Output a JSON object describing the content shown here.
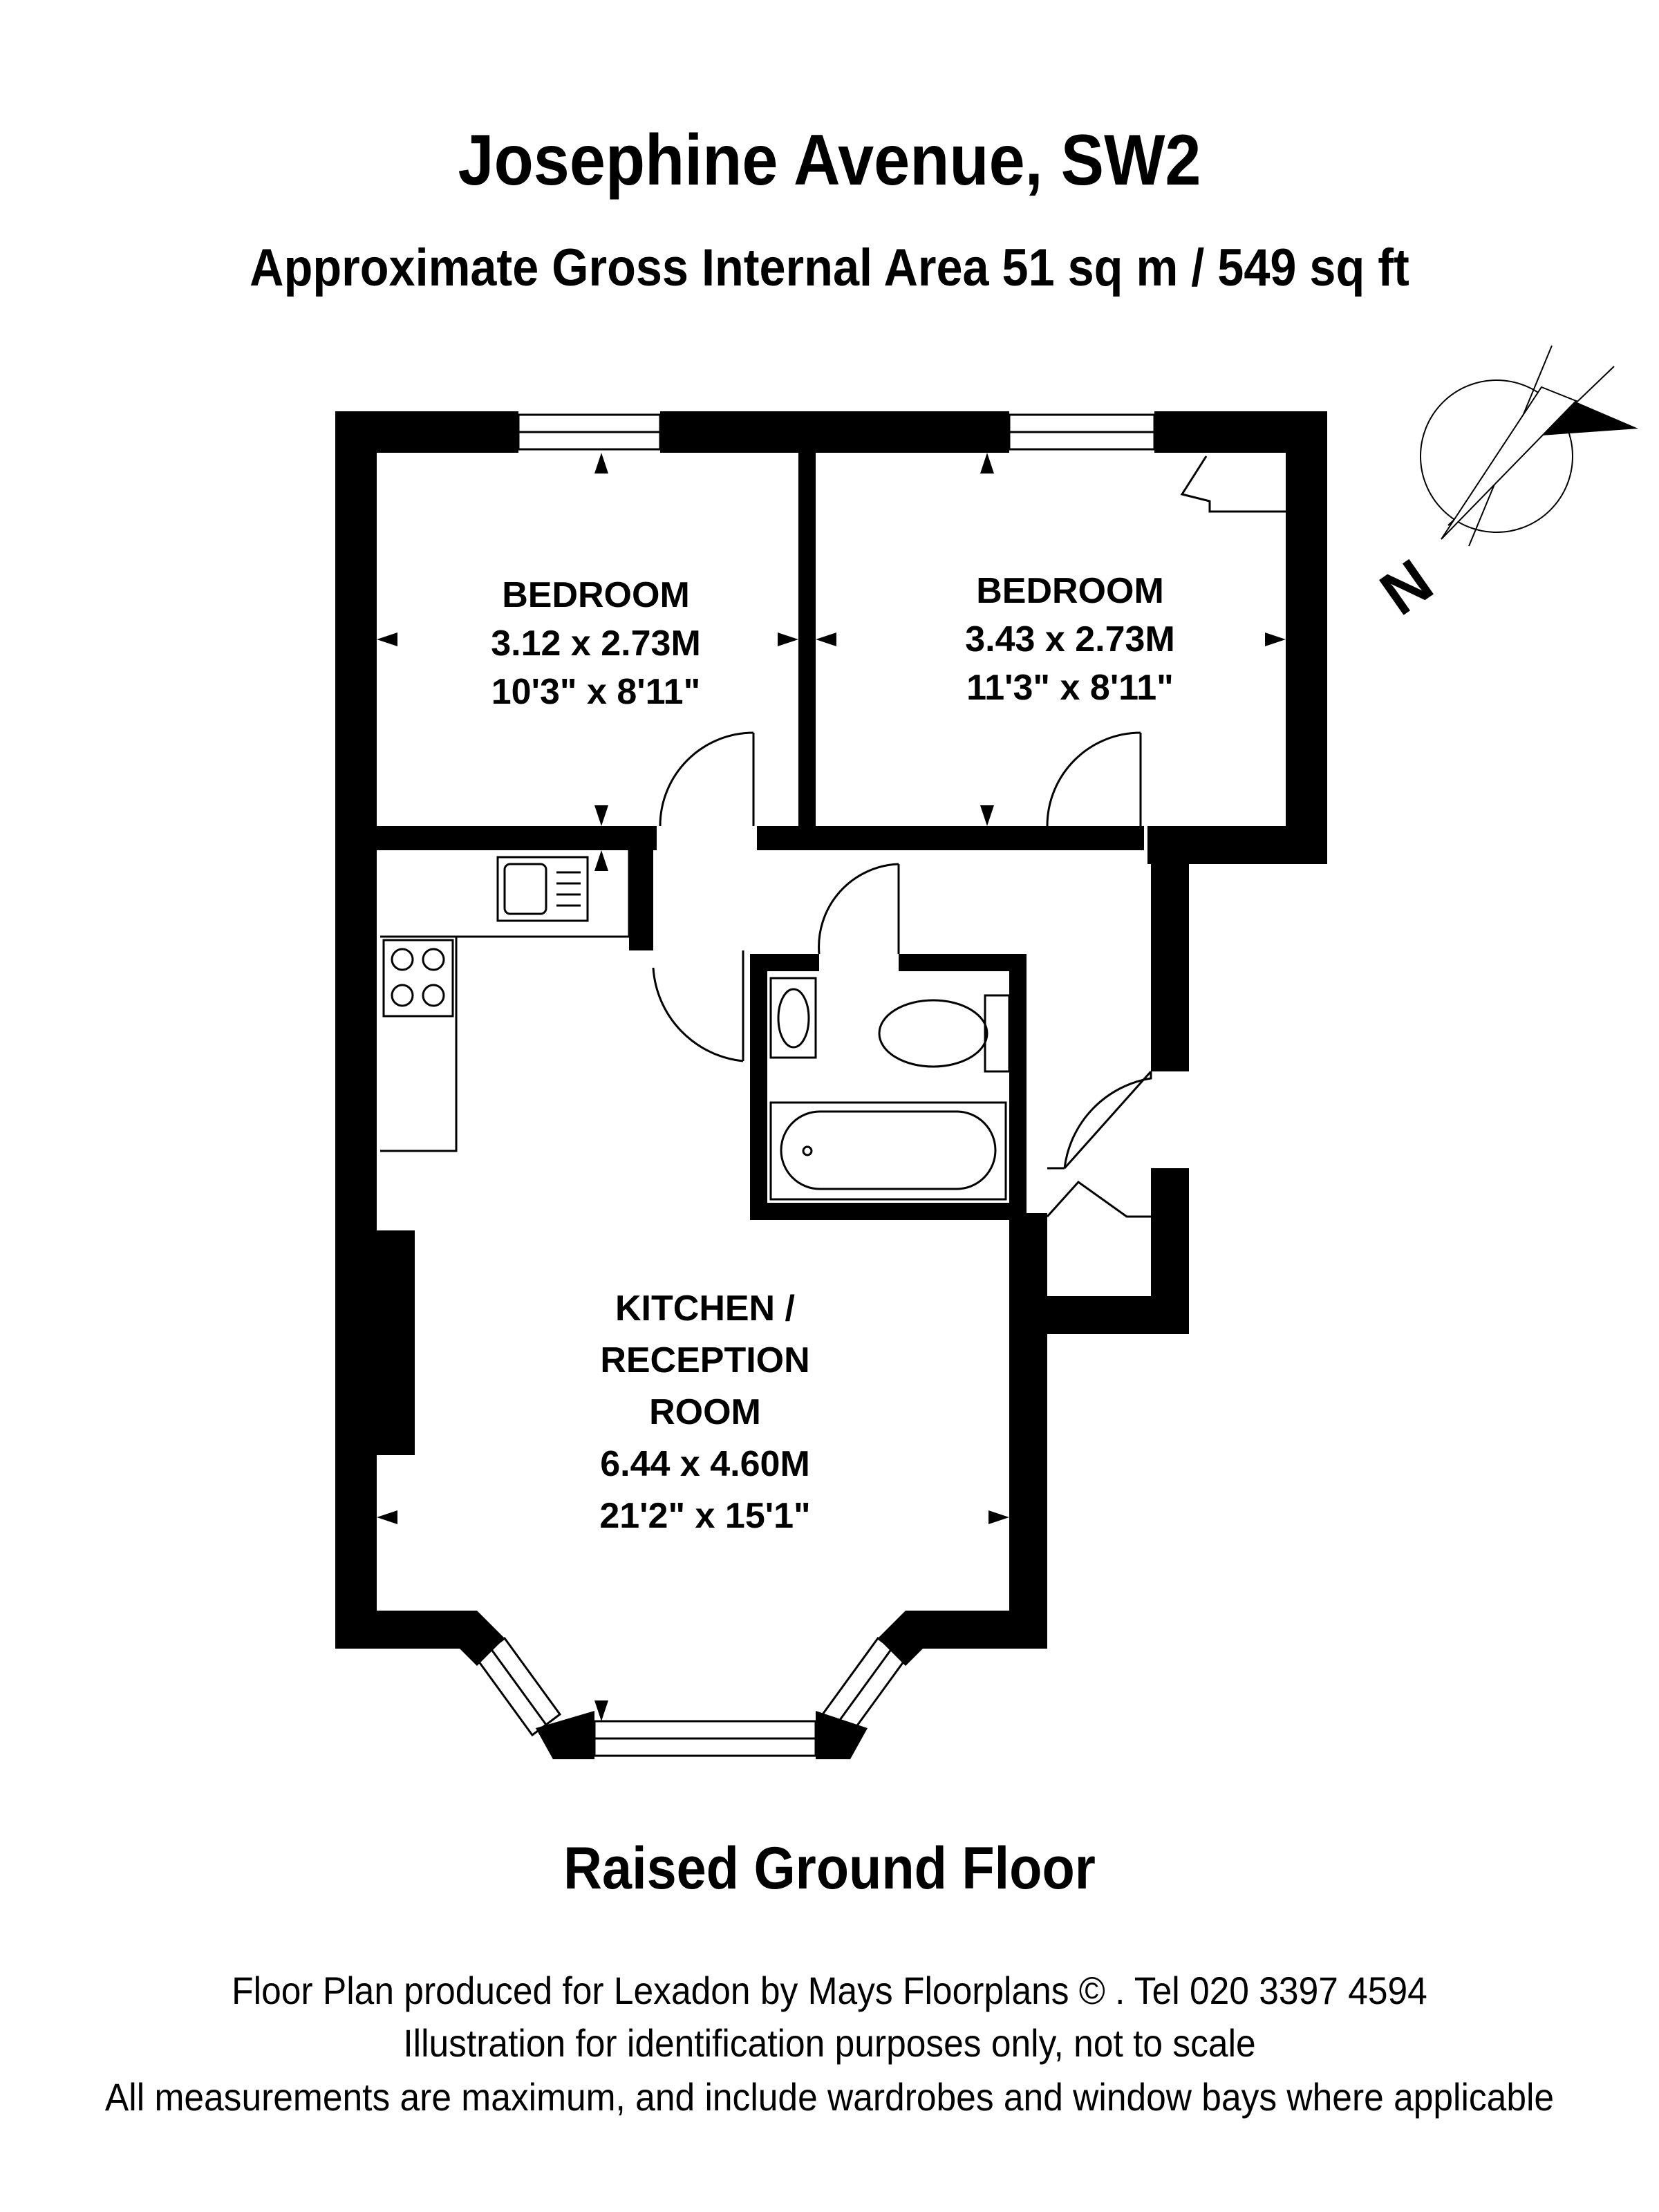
{
  "header": {
    "title": "Josephine Avenue, SW2",
    "area": "Approximate Gross Internal Area 51 sq m /  549 sq ft"
  },
  "rooms": {
    "bedroom_1": {
      "name": "BEDROOM",
      "metric": "3.12 x 2.73M",
      "imperial": "10'3\" x 8'11\""
    },
    "bedroom_2": {
      "name": "BEDROOM",
      "metric": "3.43 x 2.73M",
      "imperial": "11'3\" x 8'11\""
    },
    "kitchen": {
      "line1": "KITCHEN /",
      "line2": "RECEPTION",
      "line3": "ROOM",
      "metric": "6.44 x 4.60M",
      "imperial": "21'2\" x 15'1\""
    }
  },
  "compass": {
    "label": "N"
  },
  "floor": {
    "name": "Raised Ground Floor"
  },
  "footer": {
    "line1": "Floor Plan produced for Lexadon by Mays Floorplans  © . Tel 020 3397 4594",
    "line2": "Illustration for identification purposes only, not to scale",
    "line3": "All measurements are maximum, and include wardrobes and window bays where applicable"
  }
}
